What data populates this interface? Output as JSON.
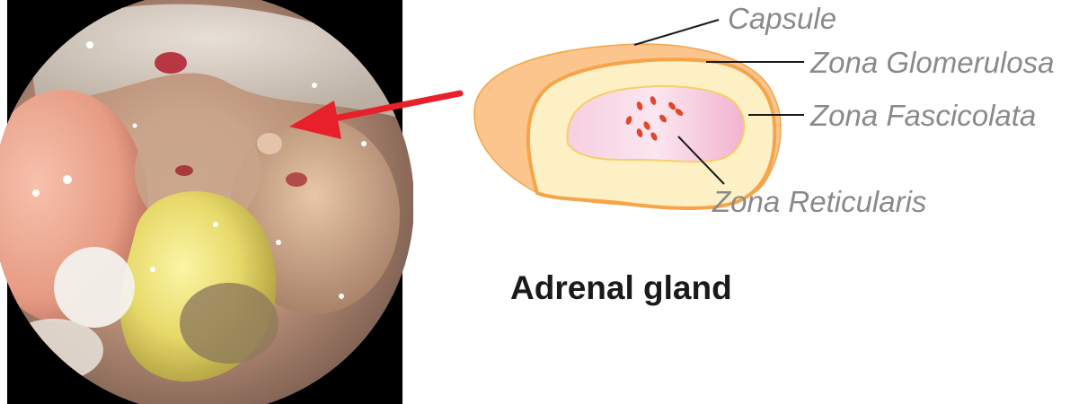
{
  "figure": {
    "title": "Adrenal gland",
    "labels": {
      "capsule": "Capsule",
      "zona_glomerulosa": "Zona Glomerulosa",
      "zona_fasciculata": "Zona Fascicolata",
      "zona_reticularis": "Zona Reticularis"
    },
    "colors": {
      "capsule": "#fbc58d",
      "glomerulosa_border": "#f5a44a",
      "fasciculata": "#fdf0c5",
      "reticularis": "#f5b9d5",
      "medulla_dots": "#e2452a",
      "arrow": "#e8202a",
      "label_text": "#8a8a8a"
    }
  }
}
